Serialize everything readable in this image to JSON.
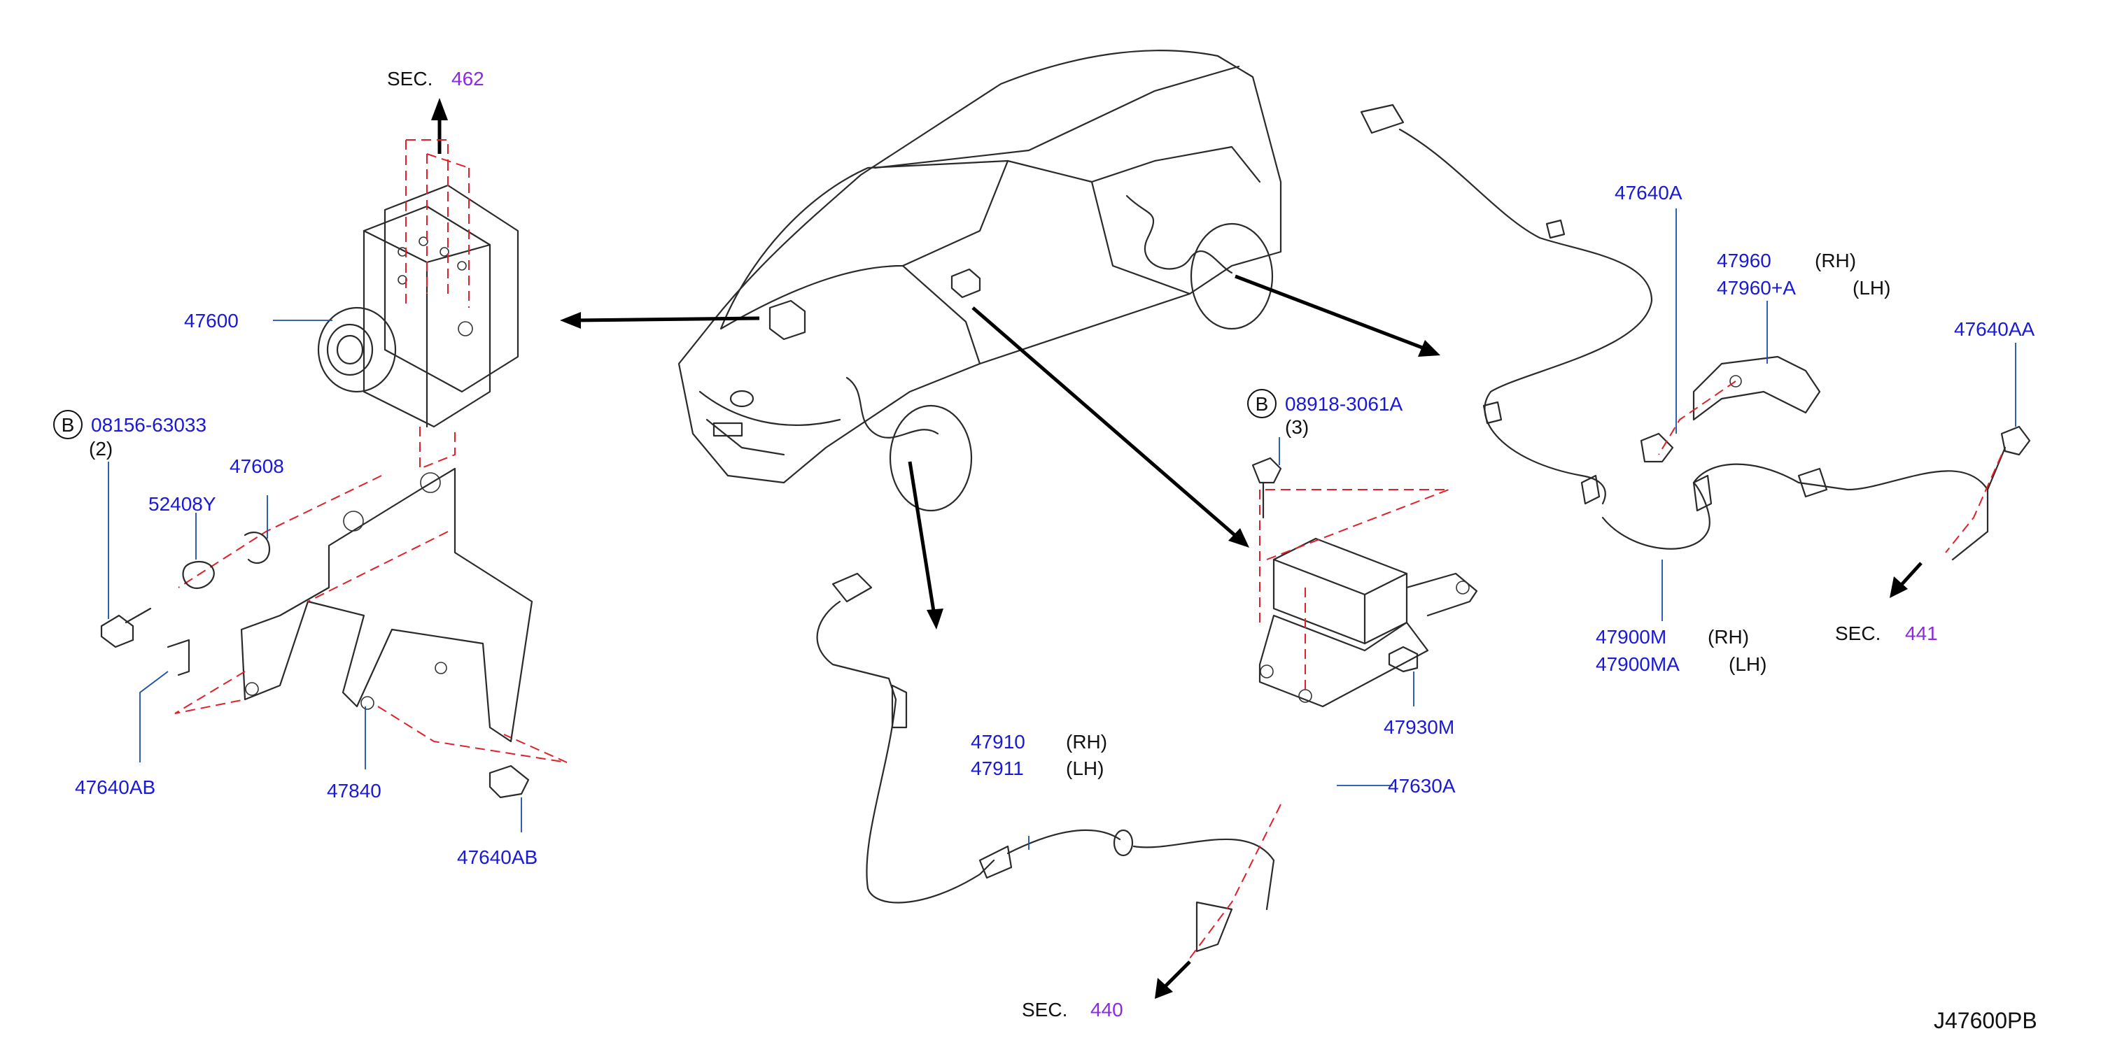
{
  "diagram_id": "J47600PB",
  "sections": [
    {
      "prefix": "SEC.",
      "number": "462"
    },
    {
      "prefix": "SEC.",
      "number": "441"
    },
    {
      "prefix": "SEC.",
      "number": "440"
    }
  ],
  "callouts": {
    "b_badge": "B",
    "b1_part": "08156-63033",
    "b1_qty": "(2)",
    "b2_part": "08918-3061A",
    "b2_qty": "(3)"
  },
  "parts": [
    {
      "number": "47600"
    },
    {
      "number": "47608"
    },
    {
      "number": "52408Y"
    },
    {
      "number": "47640AB"
    },
    {
      "number": "47840"
    },
    {
      "number": "47640AB"
    },
    {
      "number": "47640A"
    },
    {
      "number": "47960",
      "side": "(RH)"
    },
    {
      "number": "47960+A",
      "side": "(LH)"
    },
    {
      "number": "47640AA"
    },
    {
      "number": "47900M",
      "side": "(RH)"
    },
    {
      "number": "47900MA",
      "side": "(LH)"
    },
    {
      "number": "47930M"
    },
    {
      "number": "47910",
      "side": "(RH)"
    },
    {
      "number": "47911",
      "side": "(LH)"
    },
    {
      "number": "47630A"
    }
  ],
  "colors": {
    "part_label": "#1a1ad6",
    "section_number": "#8a2be2",
    "guide_line": "#e0202a",
    "leader_line": "#1a4fa8"
  }
}
